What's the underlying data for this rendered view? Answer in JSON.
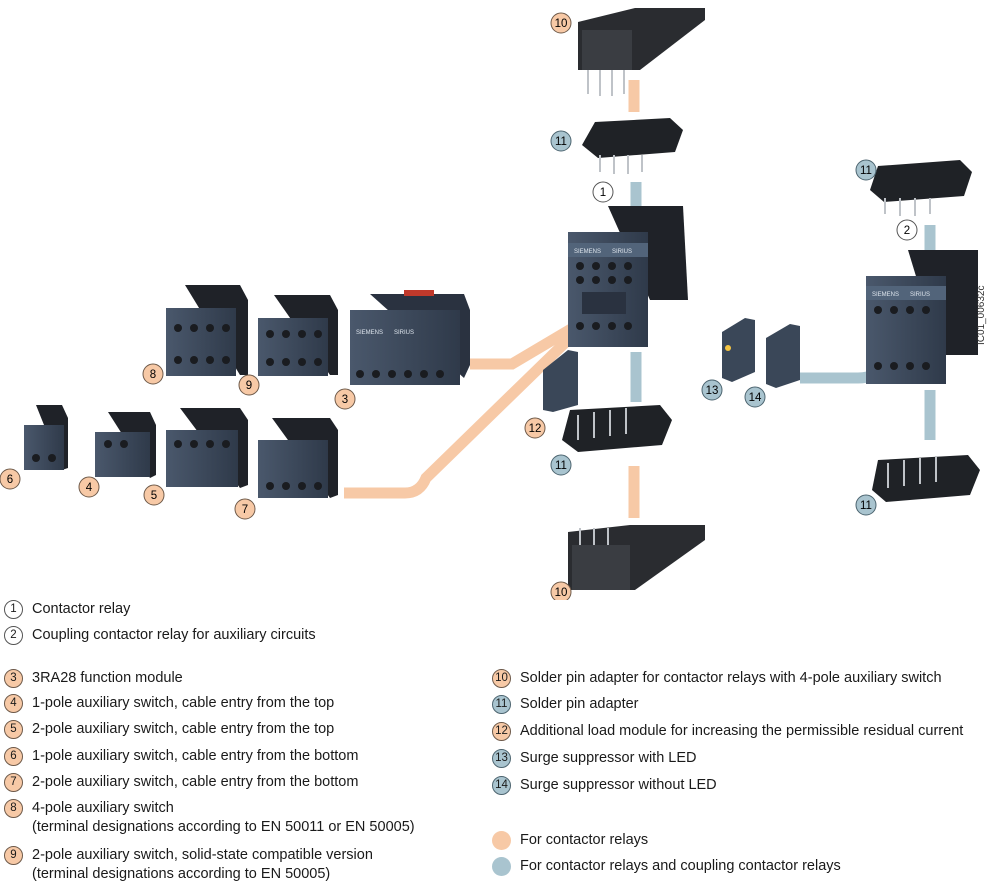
{
  "doc_code": "IC01_00632c",
  "colors": {
    "orange_badge": "#f7c9a6",
    "blue_badge": "#a9c4cf",
    "orange_line": "#f7c9a6",
    "blue_line": "#a9c4cf",
    "device_body": "#3d4a5c",
    "device_dark": "#1f2228"
  },
  "brand": {
    "name": "SIEMENS",
    "product": "SIRIUS"
  },
  "legend": [
    {
      "num": "1",
      "style": "white",
      "text": "Contactor relay"
    },
    {
      "num": "2",
      "style": "white",
      "text": "Coupling contactor relay for auxiliary circuits"
    },
    {
      "num": "3",
      "style": "orange",
      "text": "3RA28 function module"
    },
    {
      "num": "4",
      "style": "orange",
      "text": "1-pole auxiliary switch, cable entry from the top"
    },
    {
      "num": "5",
      "style": "orange",
      "text": "2-pole auxiliary switch, cable entry from the top"
    },
    {
      "num": "6",
      "style": "orange",
      "text": "1-pole auxiliary switch, cable entry from the bottom"
    },
    {
      "num": "7",
      "style": "orange",
      "text": "2-pole auxiliary switch, cable entry from the bottom"
    },
    {
      "num": "8",
      "style": "orange",
      "text": "4-pole auxiliary switch",
      "text2": "(terminal designations according to EN 50011 or EN 50005)"
    },
    {
      "num": "9",
      "style": "orange",
      "text": "2-pole auxiliary switch, solid-state compatible version",
      "text2": "(terminal designations according to EN 50005)"
    },
    {
      "num": "10",
      "style": "orange",
      "text": "Solder pin adapter for contactor relays with 4-pole auxiliary switch"
    },
    {
      "num": "11",
      "style": "blue",
      "text": "Solder pin adapter"
    },
    {
      "num": "12",
      "style": "orange",
      "text": "Additional load module for increasing the permissible residual current"
    },
    {
      "num": "13",
      "style": "blue",
      "text": "Surge suppressor with LED"
    },
    {
      "num": "14",
      "style": "blue",
      "text": "Surge suppressor without LED"
    }
  ],
  "key": [
    {
      "style": "orange",
      "text": "For contactor relays"
    },
    {
      "style": "blue",
      "text": "For contactor relays and coupling contactor relays"
    }
  ]
}
